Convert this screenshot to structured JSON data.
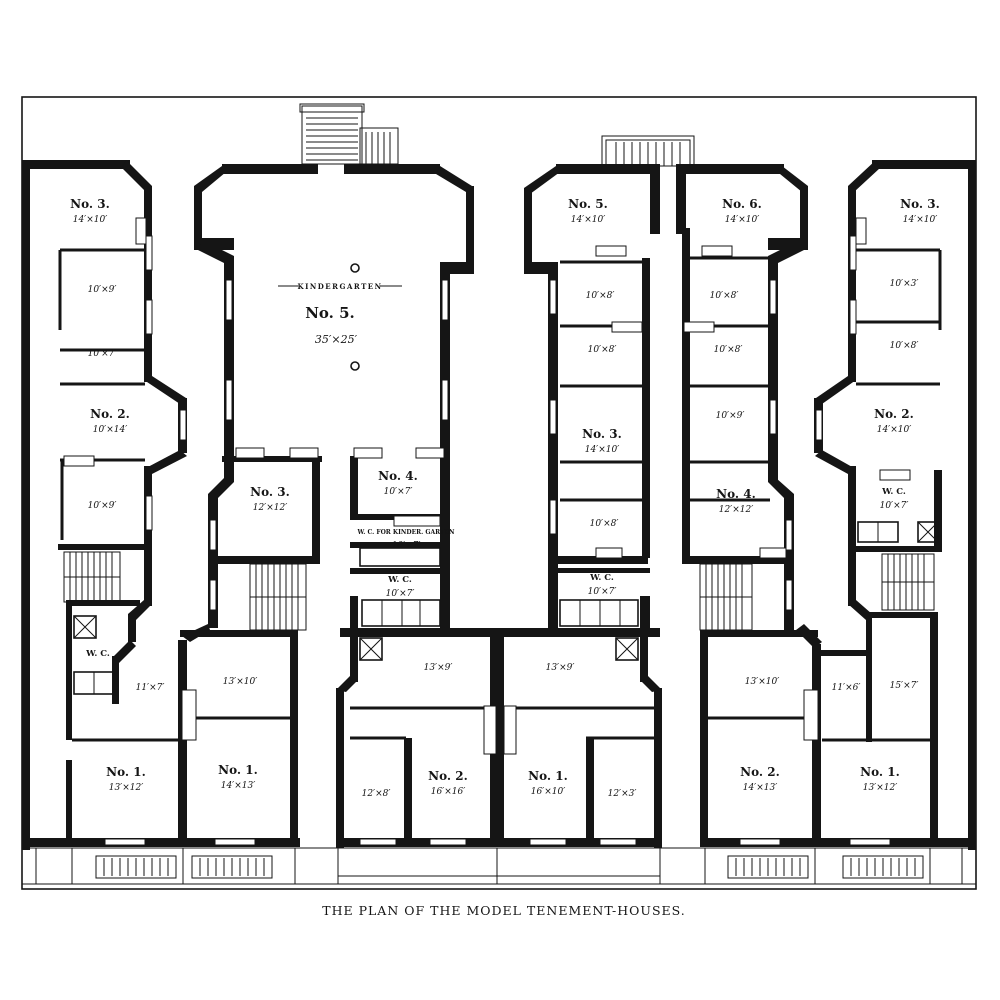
{
  "caption": "THE PLAN OF THE MODEL TENEMENT-HOUSES.",
  "kindergarten": {
    "title": "KINDERGARTEN",
    "number": "No. 5.",
    "size": "35′×25′"
  },
  "rooms": [
    {
      "id": "a1",
      "label": "No. 3.",
      "size": "14′×10′"
    },
    {
      "id": "a2",
      "label": "",
      "size": "10′×9′"
    },
    {
      "id": "a3",
      "label": "",
      "size": "10′×7′"
    },
    {
      "id": "a4",
      "label": "No. 2.",
      "size": "10′×14′"
    },
    {
      "id": "a5",
      "label": "",
      "size": "10′×9′"
    },
    {
      "id": "a6",
      "label": "W. C.",
      "size": ""
    },
    {
      "id": "a7",
      "label": "",
      "size": "11′×7′"
    },
    {
      "id": "a8",
      "label": "",
      "size": "13′×10′"
    },
    {
      "id": "a9",
      "label": "No. 1.",
      "size": "13′×12′"
    },
    {
      "id": "a10",
      "label": "No. 1.",
      "size": "14′×13′"
    },
    {
      "id": "b1",
      "label": "No. 3.",
      "size": "12′×12′"
    },
    {
      "id": "b2",
      "label": "No. 4.",
      "size": "10′×7′"
    },
    {
      "id": "b3",
      "label": "W. C. FOR KINDER. GARTEN",
      "size": "10′×7′"
    },
    {
      "id": "b4",
      "label": "W. C.",
      "size": "10′×7′"
    },
    {
      "id": "b5",
      "label": "",
      "size": "13′×9′"
    },
    {
      "id": "b6",
      "label": "",
      "size": "12′×8′"
    },
    {
      "id": "b7",
      "label": "No. 2.",
      "size": "16′×16′"
    },
    {
      "id": "c1",
      "label": "No. 5.",
      "size": "14′×10′"
    },
    {
      "id": "c2",
      "label": "",
      "size": "10′×8′"
    },
    {
      "id": "c3",
      "label": "",
      "size": "10′×8′"
    },
    {
      "id": "c4",
      "label": "No. 3.",
      "size": "14′×10′"
    },
    {
      "id": "c5",
      "label": "",
      "size": "10′×8′"
    },
    {
      "id": "c6",
      "label": "W. C.",
      "size": "10′×7′"
    },
    {
      "id": "c7",
      "label": "",
      "size": "13′×9′"
    },
    {
      "id": "c8",
      "label": "No. 1.",
      "size": "16′×10′"
    },
    {
      "id": "c9",
      "label": "",
      "size": "12′×3′"
    },
    {
      "id": "d1",
      "label": "No. 6.",
      "size": "14′×10′"
    },
    {
      "id": "d2",
      "label": "",
      "size": "10′×8′"
    },
    {
      "id": "d3",
      "label": "",
      "size": "10′×8′"
    },
    {
      "id": "d4",
      "label": "",
      "size": "10′×9′"
    },
    {
      "id": "d5",
      "label": "No. 4.",
      "size": "12′×12′"
    },
    {
      "id": "d6",
      "label": "",
      "size": "13′×10′"
    },
    {
      "id": "d7",
      "label": "No. 2.",
      "size": "14′×13′"
    },
    {
      "id": "e1",
      "label": "No. 3.",
      "size": "14′×10′"
    },
    {
      "id": "e2",
      "label": "",
      "size": "10′×3′"
    },
    {
      "id": "e3",
      "label": "",
      "size": "10′×8′"
    },
    {
      "id": "e4",
      "label": "No. 2.",
      "size": "14′×10′"
    },
    {
      "id": "e5",
      "label": "W. C.",
      "size": "10′×7′"
    },
    {
      "id": "e6",
      "label": "",
      "size": "11′×6′"
    },
    {
      "id": "e7",
      "label": "",
      "size": "15′×7′"
    },
    {
      "id": "e8",
      "label": "No. 1.",
      "size": "13′×12′"
    }
  ]
}
